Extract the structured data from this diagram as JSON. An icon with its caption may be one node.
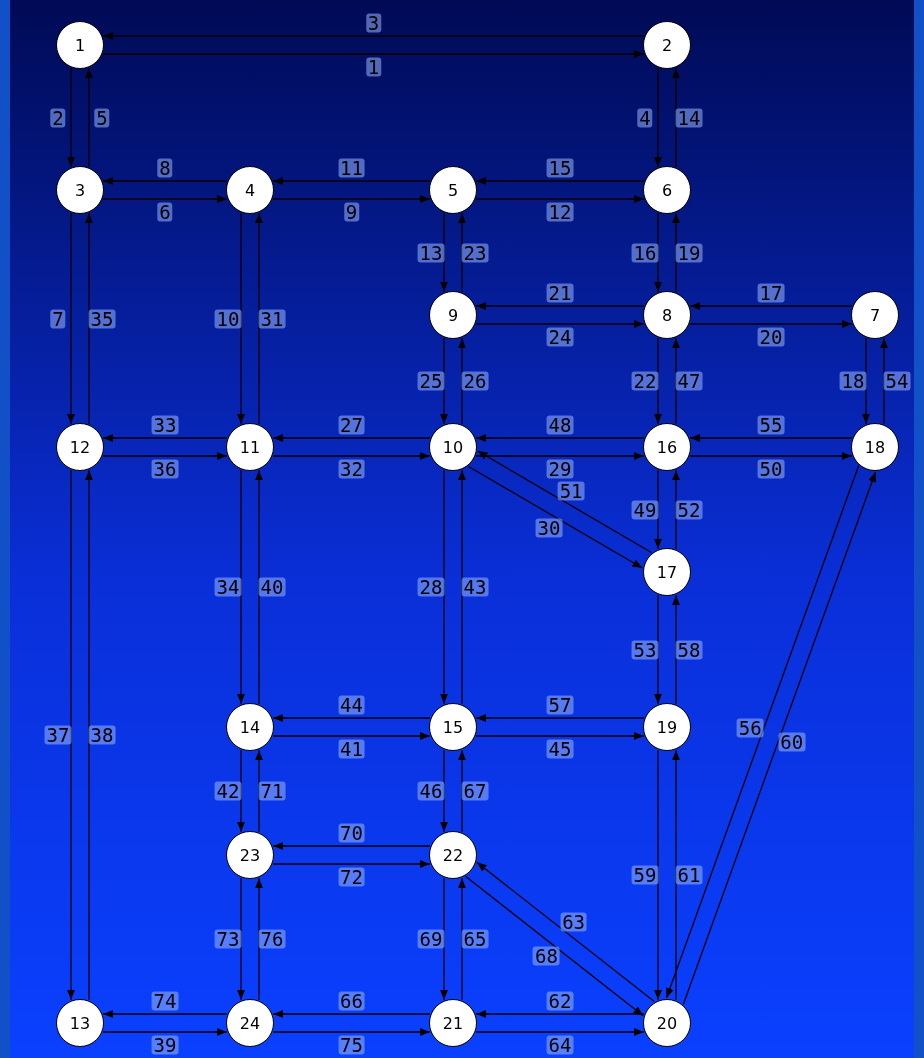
{
  "diagram": {
    "nodes": [
      {
        "text": [
          "1"
        ]
      },
      {
        "text": [
          "2"
        ]
      },
      {
        "text": [
          "3"
        ]
      },
      {
        "text": [
          "4"
        ]
      },
      {
        "text": [
          "5"
        ]
      },
      {
        "text": [
          "6"
        ]
      },
      {
        "text": [
          "7"
        ]
      },
      {
        "text": [
          "8"
        ]
      },
      {
        "text": [
          "9"
        ]
      },
      {
        "text": [
          "10"
        ]
      },
      {
        "text": [
          "11"
        ]
      },
      {
        "text": [
          "12"
        ]
      },
      {
        "text": [
          "13"
        ]
      },
      {
        "text": [
          "14"
        ]
      },
      {
        "text": [
          "15"
        ]
      },
      {
        "text": [
          "16"
        ]
      },
      {
        "text": [
          "17"
        ]
      },
      {
        "text": [
          "18"
        ]
      },
      {
        "text": [
          "19"
        ]
      },
      {
        "text": [
          "20"
        ]
      },
      {
        "text": [
          "21"
        ]
      },
      {
        "text": [
          "22"
        ]
      },
      {
        "text": [
          "23"
        ]
      },
      {
        "text": [
          "24"
        ]
      }
    ],
    "edges": [
      {
        "from": 0,
        "to": 1,
        "arrow": "to",
        "label": "1"
      },
      {
        "from": 0,
        "to": 2,
        "arrow": "to",
        "label": "2"
      },
      {
        "from": 1,
        "to": 0,
        "arrow": "to",
        "label": "3"
      },
      {
        "from": 1,
        "to": 5,
        "arrow": "to",
        "label": "4"
      },
      {
        "from": 2,
        "to": 0,
        "arrow": "to",
        "label": "5"
      },
      {
        "from": 2,
        "to": 3,
        "arrow": "to",
        "label": "6"
      },
      {
        "from": 2,
        "to": 11,
        "arrow": "to",
        "label": "7"
      },
      {
        "from": 3,
        "to": 2,
        "arrow": "to",
        "label": "8"
      },
      {
        "from": 3,
        "to": 4,
        "arrow": "to",
        "label": "9"
      },
      {
        "from": 3,
        "to": 10,
        "arrow": "to",
        "label": "10"
      },
      {
        "from": 4,
        "to": 3,
        "arrow": "to",
        "label": "11"
      },
      {
        "from": 4,
        "to": 5,
        "arrow": "to",
        "label": "12"
      },
      {
        "from": 4,
        "to": 8,
        "arrow": "to",
        "label": "13"
      },
      {
        "from": 5,
        "to": 1,
        "arrow": "to",
        "label": "14"
      },
      {
        "from": 5,
        "to": 4,
        "arrow": "to",
        "label": "15"
      },
      {
        "from": 5,
        "to": 7,
        "arrow": "to",
        "label": "16"
      },
      {
        "from": 6,
        "to": 7,
        "arrow": "to",
        "label": "17"
      },
      {
        "from": 6,
        "to": 17,
        "arrow": "to",
        "label": "18"
      },
      {
        "from": 7,
        "to": 5,
        "arrow": "to",
        "label": "19"
      },
      {
        "from": 7,
        "to": 6,
        "arrow": "to",
        "label": "20"
      },
      {
        "from": 7,
        "to": 8,
        "arrow": "to",
        "label": "21"
      },
      {
        "from": 7,
        "to": 15,
        "arrow": "to",
        "label": "22"
      },
      {
        "from": 8,
        "to": 4,
        "arrow": "to",
        "label": "23"
      },
      {
        "from": 8,
        "to": 7,
        "arrow": "to",
        "label": "24"
      },
      {
        "from": 8,
        "to": 9,
        "arrow": "to",
        "label": "25"
      },
      {
        "from": 9,
        "to": 8,
        "arrow": "to",
        "label": "26"
      },
      {
        "from": 9,
        "to": 10,
        "arrow": "to",
        "label": "27"
      },
      {
        "from": 9,
        "to": 14,
        "arrow": "to",
        "label": "28"
      },
      {
        "from": 9,
        "to": 15,
        "arrow": "to",
        "label": "29"
      },
      {
        "from": 9,
        "to": 16,
        "arrow": "to",
        "label": "30"
      },
      {
        "from": 10,
        "to": 3,
        "arrow": "to",
        "label": "31"
      },
      {
        "from": 10,
        "to": 9,
        "arrow": "to",
        "label": "32"
      },
      {
        "from": 10,
        "to": 11,
        "arrow": "to",
        "label": "33"
      },
      {
        "from": 10,
        "to": 13,
        "arrow": "to",
        "label": "34"
      },
      {
        "from": 11,
        "to": 2,
        "arrow": "to",
        "label": "35"
      },
      {
        "from": 11,
        "to": 10,
        "arrow": "to",
        "label": "36"
      },
      {
        "from": 11,
        "to": 12,
        "arrow": "to",
        "label": "37"
      },
      {
        "from": 12,
        "to": 11,
        "arrow": "to",
        "label": "38"
      },
      {
        "from": 12,
        "to": 23,
        "arrow": "to",
        "label": "39"
      },
      {
        "from": 13,
        "to": 10,
        "arrow": "to",
        "label": "40"
      },
      {
        "from": 13,
        "to": 14,
        "arrow": "to",
        "label": "41"
      },
      {
        "from": 13,
        "to": 22,
        "arrow": "to",
        "label": "42"
      },
      {
        "from": 14,
        "to": 9,
        "arrow": "to",
        "label": "43"
      },
      {
        "from": 14,
        "to": 13,
        "arrow": "to",
        "label": "44"
      },
      {
        "from": 14,
        "to": 18,
        "arrow": "to",
        "label": "45"
      },
      {
        "from": 14,
        "to": 21,
        "arrow": "to",
        "label": "46"
      },
      {
        "from": 15,
        "to": 7,
        "arrow": "to",
        "label": "47"
      },
      {
        "from": 15,
        "to": 9,
        "arrow": "to",
        "label": "48"
      },
      {
        "from": 15,
        "to": 16,
        "arrow": "to",
        "label": "49"
      },
      {
        "from": 15,
        "to": 17,
        "arrow": "to",
        "label": "50"
      },
      {
        "from": 16,
        "to": 9,
        "arrow": "to",
        "label": "51"
      },
      {
        "from": 16,
        "to": 15,
        "arrow": "to",
        "label": "52"
      },
      {
        "from": 16,
        "to": 18,
        "arrow": "to",
        "label": "53"
      },
      {
        "from": 17,
        "to": 6,
        "arrow": "to",
        "label": "54"
      },
      {
        "from": 17,
        "to": 15,
        "arrow": "to",
        "label": "55"
      },
      {
        "from": 17,
        "to": 19,
        "arrow": "to",
        "label": "56"
      },
      {
        "from": 18,
        "to": 14,
        "arrow": "to",
        "label": "57"
      },
      {
        "from": 18,
        "to": 16,
        "arrow": "to",
        "label": "58"
      },
      {
        "from": 18,
        "to": 19,
        "arrow": "to",
        "label": "59"
      },
      {
        "from": 19,
        "to": 17,
        "arrow": "to",
        "label": "60"
      },
      {
        "from": 19,
        "to": 18,
        "arrow": "to",
        "label": "61"
      },
      {
        "from": 19,
        "to": 20,
        "arrow": "to",
        "label": "62"
      },
      {
        "from": 19,
        "to": 21,
        "arrow": "to",
        "label": "63"
      },
      {
        "from": 20,
        "to": 19,
        "arrow": "to",
        "label": "64"
      },
      {
        "from": 20,
        "to": 21,
        "arrow": "to",
        "label": "65"
      },
      {
        "from": 20,
        "to": 23,
        "arrow": "to",
        "label": "66"
      },
      {
        "from": 21,
        "to": 14,
        "arrow": "to",
        "label": "67"
      },
      {
        "from": 21,
        "to": 19,
        "arrow": "to",
        "label": "68"
      },
      {
        "from": 21,
        "to": 20,
        "arrow": "to",
        "label": "69"
      },
      {
        "from": 21,
        "to": 22,
        "arrow": "to",
        "label": "70"
      },
      {
        "from": 22,
        "to": 13,
        "arrow": "to",
        "label": "71"
      },
      {
        "from": 22,
        "to": 21,
        "arrow": "to",
        "label": "72"
      },
      {
        "from": 22,
        "to": 23,
        "arrow": "to",
        "label": "73"
      },
      {
        "from": 23,
        "to": 12,
        "arrow": "to",
        "label": "74"
      },
      {
        "from": 23,
        "to": 20,
        "arrow": "to",
        "label": "75"
      },
      {
        "from": 23,
        "to": 22,
        "arrow": "to",
        "label": "76"
      }
    ]
  }
}
